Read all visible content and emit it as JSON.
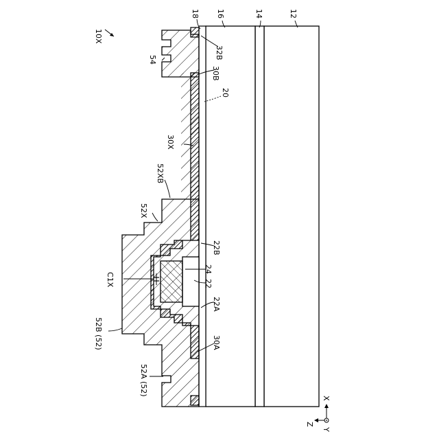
{
  "figure": {
    "title": "10X",
    "axes": {
      "x": "X",
      "y": "Y",
      "z": "Z"
    },
    "labels": {
      "l12": "12",
      "l14": "14",
      "l16": "16",
      "l18": "18",
      "l20": "20",
      "l22": "22",
      "l22a": "22A",
      "l22b": "22B",
      "l24": "24",
      "l30a": "30A",
      "l30b": "30B",
      "l30x": "30X",
      "l32b": "32B",
      "l52a": "52A (52)",
      "l52b": "52B (52)",
      "l52x": "52X",
      "l52xb": "52XB",
      "l54": "54",
      "c1x": "C1X"
    }
  }
}
